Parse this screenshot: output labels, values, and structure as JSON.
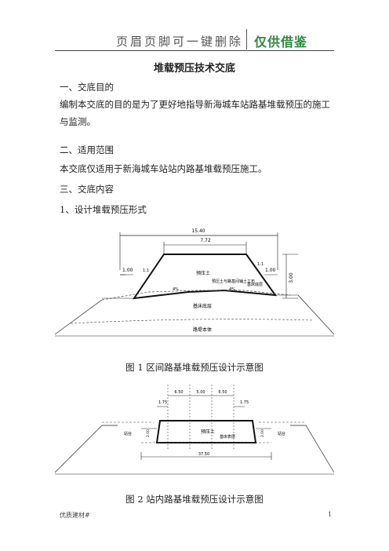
{
  "header": {
    "left": "页眉页脚可一键删除",
    "right": "仅供借鉴"
  },
  "title": "堆载预压技术交底",
  "sections": {
    "s1_heading": "一、交底目的",
    "s1_text": "编制本交底的目的是为了更好地指导新海城车站路基堆载预压的施工与监测。",
    "s2_heading": "二、适用范围",
    "s2_text": "本交底仅适用于新海城车站站内路基堆载预压施工。",
    "s3_heading": "三、交底内容",
    "s3_sub1": "1、设计堆载预压形式"
  },
  "figure1": {
    "caption": "图 1 区间路基堆载预压设计示意图",
    "dim_top": "15.40",
    "dim_top2": "7.72",
    "dim_left": "1.00",
    "dim_right": "1.00",
    "dim_height": "3.00",
    "slope_left": "1:1",
    "slope_right": "1:1",
    "slope_l2": "4%",
    "slope_r2": "4%",
    "label_fill": "预压土",
    "label_geo": "预压土与路基间铺土工布",
    "label_layer": "基床底层",
    "label_bed": "基床底层",
    "label_base": "路堤本体"
  },
  "figure2": {
    "caption": "图 2 站内路基堆载预压设计示意图",
    "dim_a": "6.50",
    "dim_b": "5.00",
    "dim_c": "6.50",
    "dim_left": "1.75",
    "dim_right": "1.75",
    "dim_bottom": "37.50",
    "label_fill": "预压土",
    "label_layer": "基床表层",
    "label_side_l": "站台",
    "label_side_r": "站台",
    "h_left": "2.00",
    "h_right": "2.00"
  },
  "footer": {
    "left": "优质建材#",
    "right": "1"
  }
}
